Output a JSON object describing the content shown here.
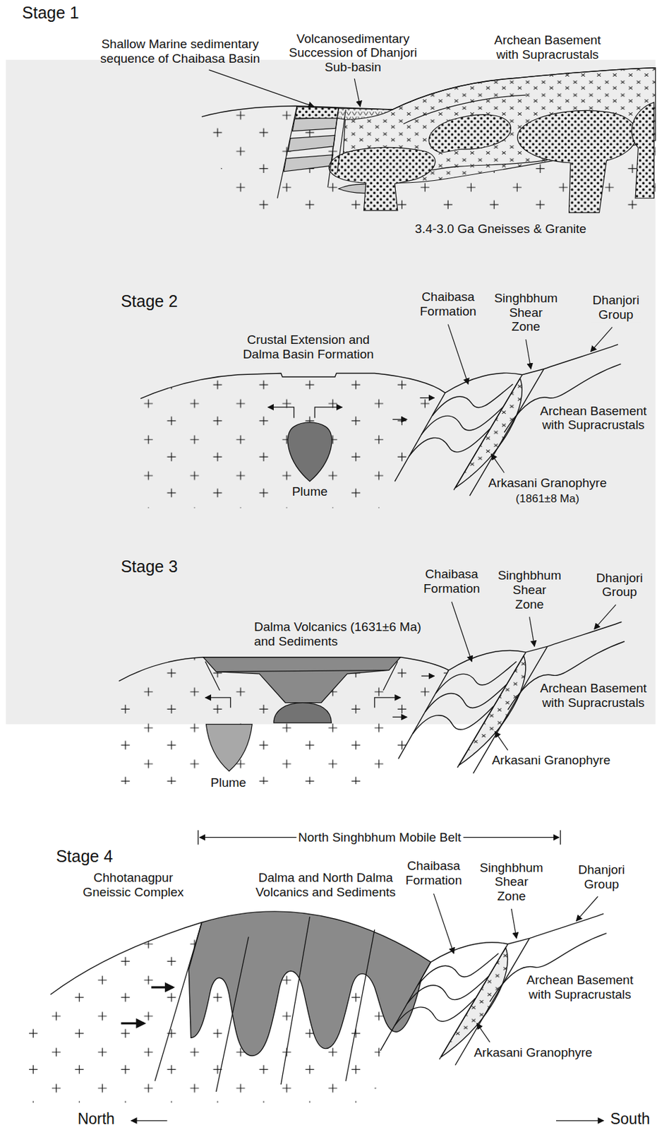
{
  "diagram": {
    "labels": [
      "Stage 1",
      "Shallow Marine sedimentary sequence of Chaibasa Basin",
      "Volcanosedimentary Succession of Dhanjori Sub-basin",
      "Archean Basement with Supracrustals",
      "3.4-3.0 Ga Gneisses & Granite",
      "Stage 2",
      "Crustal Extension and Dalma Basin Formation",
      "Chaibasa Formation",
      "Singhbhum Shear Zone",
      "Dhanjori Group",
      "Archean Basement with Supracrustals",
      "Plume",
      "Arkasani Granophyre",
      "(1861±8 Ma)",
      "Stage 3",
      "Dalma Volcanics (1631±6 Ma) and Sediments",
      "Chaibasa Formation",
      "Singhbhum Shear Zone",
      "Dhanjori Group",
      "Archean Basement with Supracrustals",
      "Plume",
      "Arkasani Granophyre",
      "North Singhbhum Mobile Belt",
      "Stage 4",
      "Chhotanagpur Gneissic Complex",
      "Dalma and North Dalma Volcanics and Sediments",
      "Chaibasa Formation",
      "Singhbhum Shear Zone",
      "Dhanjori Group",
      "Archean Basement with Supracrustals",
      "Arkasani Granophyre",
      "North",
      "South"
    ]
  }
}
